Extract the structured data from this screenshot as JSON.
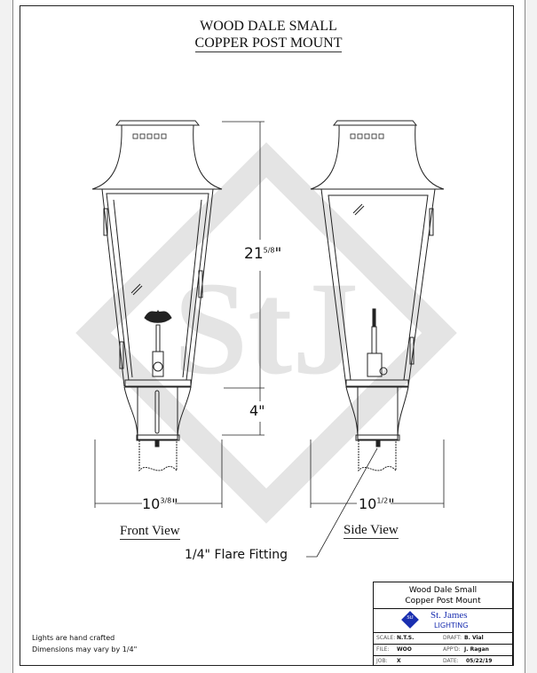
{
  "header": {
    "line1": "WOOD DALE SMALL",
    "line2": "COPPER POST MOUNT"
  },
  "dimensions": {
    "height_main": "21",
    "height_main_frac": "5/8",
    "height_main_unit": "\"",
    "height_base": "4\"",
    "front_width": "10",
    "front_width_frac": "3/8",
    "side_width": "10",
    "side_width_frac": "1/2",
    "unit": "\""
  },
  "views": {
    "front": "Front View",
    "side": "Side View"
  },
  "callout": {
    "fraction": "1/4\"",
    "text": "Flare Fitting"
  },
  "notes": [
    "Lights are hand crafted",
    "Dimensions may vary by 1/4\""
  ],
  "watermark": "StJ",
  "title_block": {
    "title1": "Wood Dale Small",
    "title2": "Copper Post Mount",
    "company": "St. James",
    "company_sub": "LIGHTING",
    "logo_text": "StJ",
    "scale_label": "SCALE:",
    "scale": "N.T.S.",
    "draft_label": "DRAFT:",
    "draft": "B. Vial",
    "file_label": "FILE:",
    "file": "WOO",
    "appd_label": "APP'D:",
    "appd": "J. Ragan",
    "job_label": "JOB:",
    "job": "X",
    "date_label": "DATE:",
    "date": "05/22/19"
  },
  "colors": {
    "logo_blue": "#1a2fb0",
    "watermark": "#e4e4e4"
  }
}
